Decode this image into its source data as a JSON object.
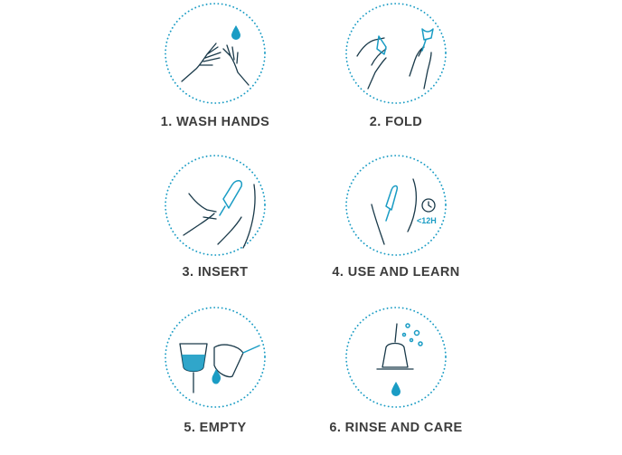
{
  "accent_color": "#1a9cc4",
  "text_color": "#3d3d3d",
  "steps": [
    {
      "label": "1. WASH HANDS",
      "icon": "wash-hands-icon"
    },
    {
      "label": "2. FOLD",
      "icon": "fold-cup-icon"
    },
    {
      "label": "3. INSERT",
      "icon": "insert-cup-icon"
    },
    {
      "label": "4. USE AND LEARN",
      "icon": "use-and-learn-icon",
      "badge": "<12H"
    },
    {
      "label": "5. EMPTY",
      "icon": "empty-cup-icon"
    },
    {
      "label": "6. RINSE AND CARE",
      "icon": "rinse-cup-icon"
    }
  ]
}
